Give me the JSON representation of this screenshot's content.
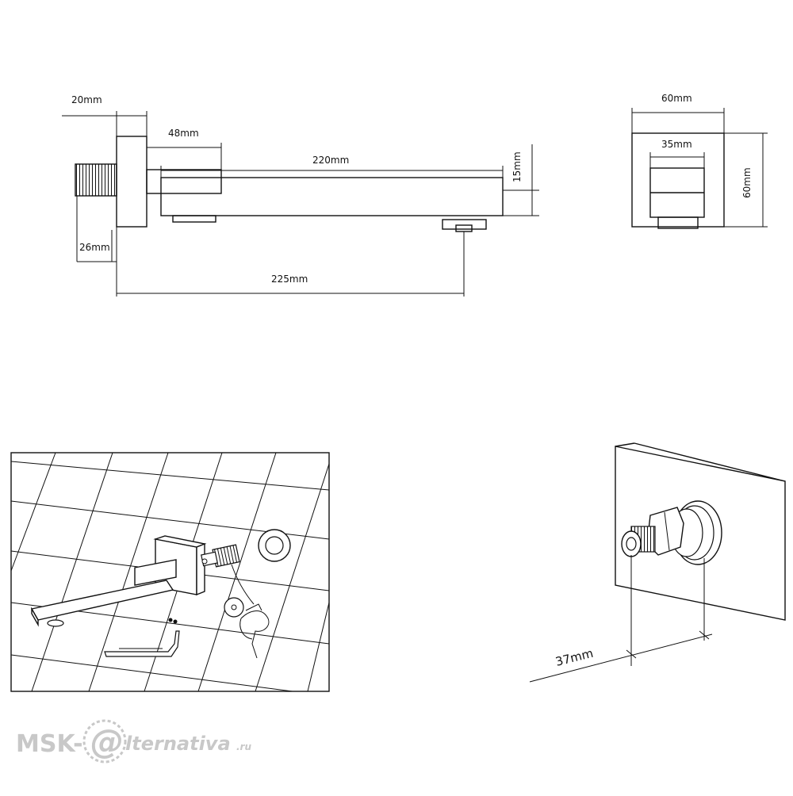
{
  "dimensions": {
    "flange_depth": "20mm",
    "arm_length": "48mm",
    "spout_length": "220mm",
    "spout_height": "15mm",
    "thread_height": "26mm",
    "overall_reach": "225mm",
    "flange_width": "60mm",
    "inner_width": "35mm",
    "flange_height": "60mm",
    "thread_depth": "37mm"
  },
  "watermark": {
    "prefix": "MSK-",
    "symbol": "@",
    "suffix": "lternativa",
    "domain": ".ru"
  }
}
